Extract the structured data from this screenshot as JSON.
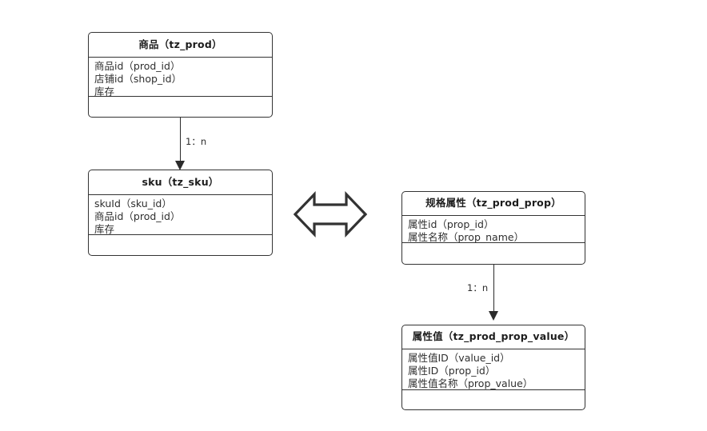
{
  "diagram": {
    "title": "",
    "background_color": "#ffffff",
    "stroke_color": "#333333",
    "text_color": "#2f2f2f",
    "entities": [
      {
        "id": "tz_prod",
        "title": "商品（tz_prod）",
        "attributes": [
          "商品id（prod_id）",
          "店铺id（shop_id）",
          "库存"
        ],
        "footer": ""
      },
      {
        "id": "tz_sku",
        "title": "sku（tz_sku）",
        "attributes": [
          "skuId（sku_id）",
          "商品id（prod_id）",
          "库存"
        ],
        "footer": ""
      },
      {
        "id": "tz_prod_prop",
        "title": "规格属性（tz_prod_prop）",
        "attributes": [
          "属性id（prop_id）",
          "属性名称（prop_name）"
        ],
        "footer": ""
      },
      {
        "id": "tz_prod_prop_value",
        "title": "属性值（tz_prod_prop_value）",
        "attributes": [
          "属性值ID（value_id）",
          "属性ID（prop_id）",
          "属性值名称（prop_value）"
        ],
        "footer": ""
      }
    ],
    "connectors": [
      {
        "id": "prod-to-sku",
        "from": "tz_prod",
        "to": "tz_sku",
        "label": "1：n",
        "arrow": "down"
      },
      {
        "id": "prop-to-prop-value",
        "from": "tz_prod_prop",
        "to": "tz_prod_prop_value",
        "label": "1：n",
        "arrow": "down"
      }
    ],
    "relations": [
      {
        "id": "sku-prop-relation",
        "icon": "double-arrow-horizontal",
        "label": ""
      }
    ]
  }
}
